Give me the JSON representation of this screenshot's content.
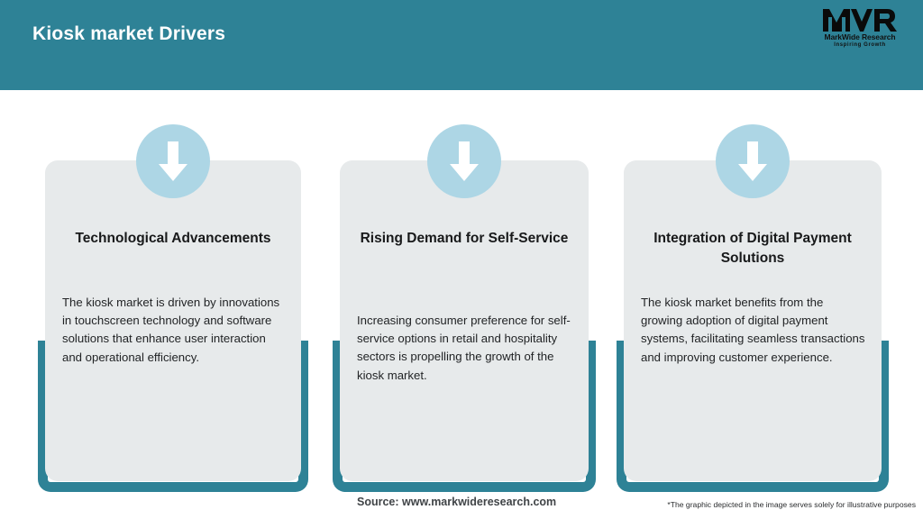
{
  "header": {
    "title": "Kiosk market Drivers",
    "band_color": "#2E8296",
    "title_color": "#FFFFFF"
  },
  "logo": {
    "monogram": "MWR",
    "name": "MarkWide Research",
    "tagline": "Inspiring Growth",
    "icon": "mwr-logo-icon"
  },
  "theme": {
    "accent": "#2E8296",
    "card_bg": "#E7EAEB",
    "circle": "#ADD6E5",
    "arrow": "#FFFFFF"
  },
  "cards": [
    {
      "icon": "down-arrow-icon",
      "title": "Technological Advancements",
      "body": "The kiosk market is driven by innovations in touchscreen technology and software solutions that enhance user interaction and operational efficiency."
    },
    {
      "icon": "down-arrow-icon",
      "title": "Rising Demand for Self-Service",
      "body": "Increasing consumer preference for self-service options in retail and hospitality sectors is propelling the growth of the kiosk market."
    },
    {
      "icon": "down-arrow-icon",
      "title": "Integration of Digital Payment Solutions",
      "body": "The kiosk market benefits from the growing adoption of digital payment systems, facilitating seamless transactions and improving customer experience."
    }
  ],
  "footer": {
    "source": "Source: www.markwideresearch.com",
    "note": "*The graphic depicted in the image serves solely for illustrative purposes"
  }
}
